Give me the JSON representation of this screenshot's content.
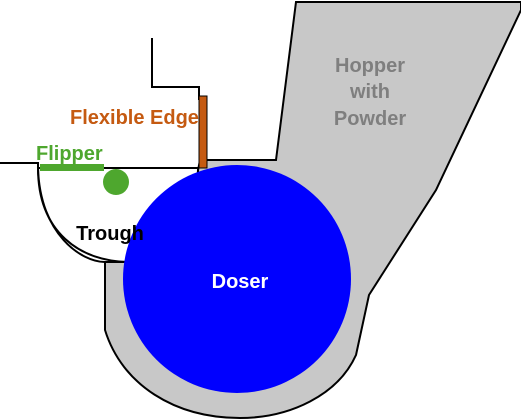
{
  "labels": {
    "hopper_line1": "Hopper",
    "hopper_line2": "with",
    "hopper_line3": "Powder",
    "flexible_edge": "Flexible Edge",
    "flipper": "Flipper",
    "trough": "Trough",
    "doser": "Doser"
  },
  "colors": {
    "hopper_fill": "#c8c8c8",
    "hopper_text": "#7f7f7f",
    "doser_fill": "#0000ff",
    "doser_text": "#ffffff",
    "flexible_edge": "#c55a11",
    "flipper": "#4ea72e",
    "outline": "#000000",
    "trough_text": "#000000"
  }
}
